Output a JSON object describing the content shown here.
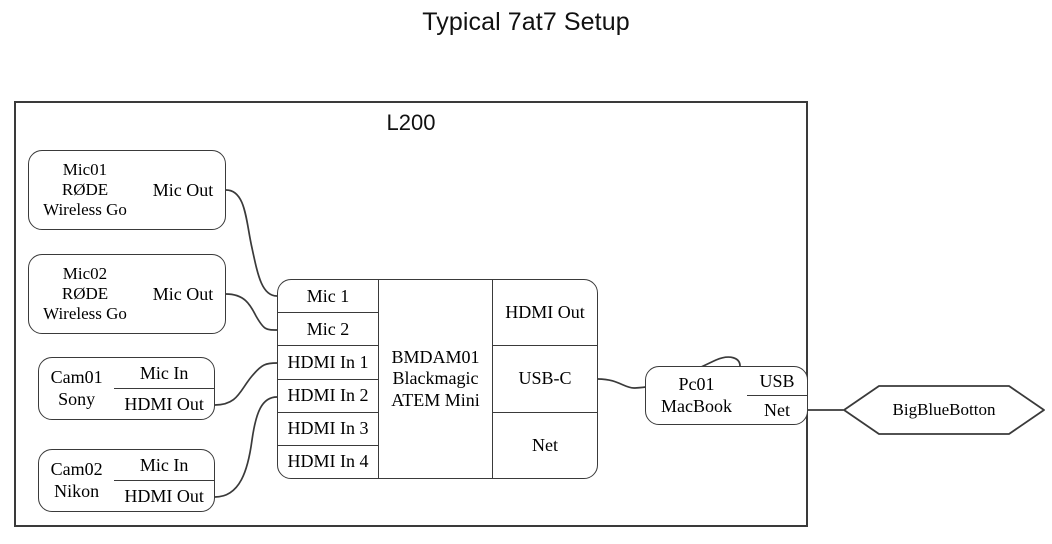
{
  "title": "Typical 7at7 Setup",
  "zone": {
    "label": "L200"
  },
  "devices": {
    "mic01": {
      "name_lines": [
        "Mic01",
        "RØDE",
        "Wireless Go"
      ],
      "line1": "Mic01",
      "line2": "RØDE",
      "line3": "Wireless Go",
      "ports": [
        "Mic Out"
      ],
      "port1": "Mic Out"
    },
    "mic02": {
      "name_lines": [
        "Mic02",
        "RØDE",
        "Wireless Go"
      ],
      "line1": "Mic02",
      "line2": "RØDE",
      "line3": "Wireless Go",
      "ports": [
        "Mic Out"
      ],
      "port1": "Mic Out"
    },
    "cam01": {
      "name_lines": [
        "Cam01",
        "Sony"
      ],
      "line1": "Cam01",
      "line2": "Sony",
      "ports": [
        "Mic In",
        "HDMI Out"
      ],
      "port1": "Mic In",
      "port2": "HDMI Out"
    },
    "cam02": {
      "name_lines": [
        "Cam02",
        "Nikon"
      ],
      "line1": "Cam02",
      "line2": "Nikon",
      "ports": [
        "Mic In",
        "HDMI Out"
      ],
      "port1": "Mic In",
      "port2": "HDMI Out"
    },
    "atem": {
      "name_lines": [
        "BMDAM01",
        "Blackmagic",
        "ATEM Mini"
      ],
      "line1": "BMDAM01",
      "line2": "Blackmagic",
      "line3": "ATEM Mini",
      "inputs": [
        "Mic 1",
        "Mic 2",
        "HDMI In 1",
        "HDMI In 2",
        "HDMI In 3",
        "HDMI In 4"
      ],
      "in1": "Mic 1",
      "in2": "Mic 2",
      "in3": "HDMI In 1",
      "in4": "HDMI In 2",
      "in5": "HDMI In 3",
      "in6": "HDMI In 4",
      "outputs": [
        "HDMI Out",
        "USB-C",
        "Net"
      ],
      "out1": "HDMI Out",
      "out2": "USB-C",
      "out3": "Net"
    },
    "pc01": {
      "name_lines": [
        "Pc01",
        "MacBook"
      ],
      "line1": "Pc01",
      "line2": "MacBook",
      "ports": [
        "USB",
        "Net"
      ],
      "port1": "USB",
      "port2": "Net"
    },
    "bbb": {
      "label": "BigBlueBotton"
    }
  },
  "connections": [
    {
      "from": "mic01.Mic Out",
      "to": "atem.Mic 1"
    },
    {
      "from": "mic02.Mic Out",
      "to": "atem.Mic 2"
    },
    {
      "from": "cam01.HDMI Out",
      "to": "atem.HDMI In 1"
    },
    {
      "from": "cam02.HDMI Out",
      "to": "atem.HDMI In 2"
    },
    {
      "from": "atem.USB-C",
      "to": "pc01.USB"
    },
    {
      "from": "pc01.Net",
      "to": "bbb"
    }
  ],
  "colors": {
    "stroke": "#3a3a3a",
    "text": "#000000",
    "background": "#ffffff"
  }
}
